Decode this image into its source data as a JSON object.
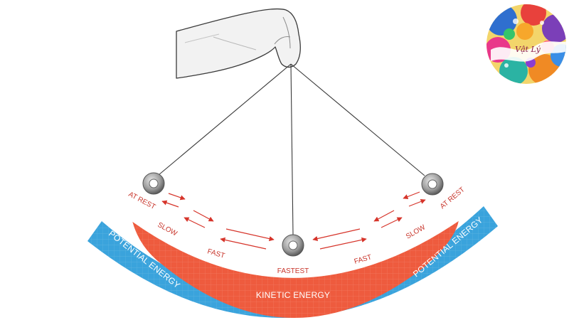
{
  "labels": {
    "at_rest_left": "AT REST",
    "at_rest_right": "AT REST",
    "slow_left": "SLOW",
    "slow_right": "SLOW",
    "fast_left": "FAST",
    "fast_right": "FAST",
    "fastest": "FASTEST",
    "potential_left": "POTENTIAL ENERGY",
    "potential_right": "POTENTIAL ENERGY",
    "kinetic": "KINETIC ENERGY"
  },
  "logo": {
    "text": "Vật Lý"
  },
  "colors": {
    "potential": "#3aa3dc",
    "kinetic": "#ee5b3e",
    "arrow": "#d6342a",
    "string": "#3a3a3a",
    "bob": "#9a9a9a"
  }
}
